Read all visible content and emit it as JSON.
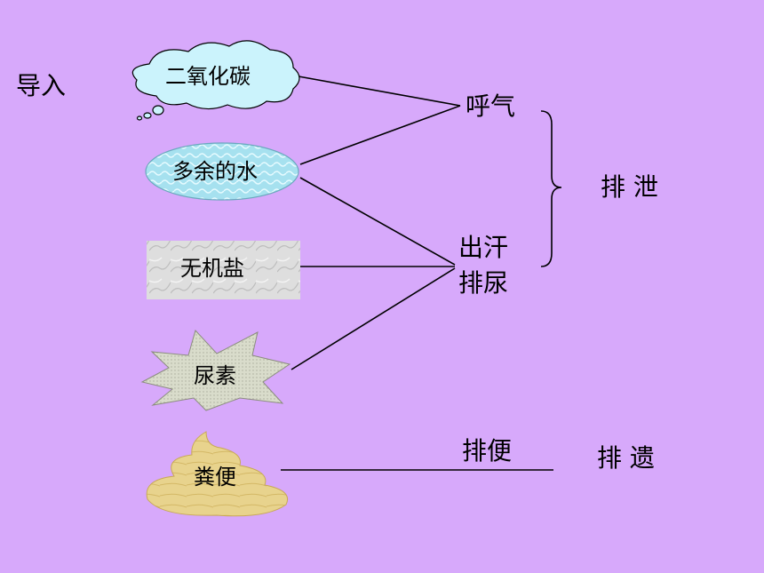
{
  "intro_label": "导入",
  "items": {
    "co2": "二氧化碳",
    "water": "多余的水",
    "salt": "无机盐",
    "urea": "尿素",
    "feces": "粪便"
  },
  "routes": {
    "breath": "呼气",
    "sweat": "出汗",
    "urine": "排尿",
    "defecate": "排便"
  },
  "categories": {
    "excretion": "排 泄",
    "egestion": "排 遗"
  },
  "colors": {
    "background": "#d7a9fb",
    "cloud": "#cbf3fc",
    "water": "#9fdcec",
    "salt": "#d8d8d8",
    "urea": "#d9dccb",
    "feces": "#e6cf86"
  }
}
